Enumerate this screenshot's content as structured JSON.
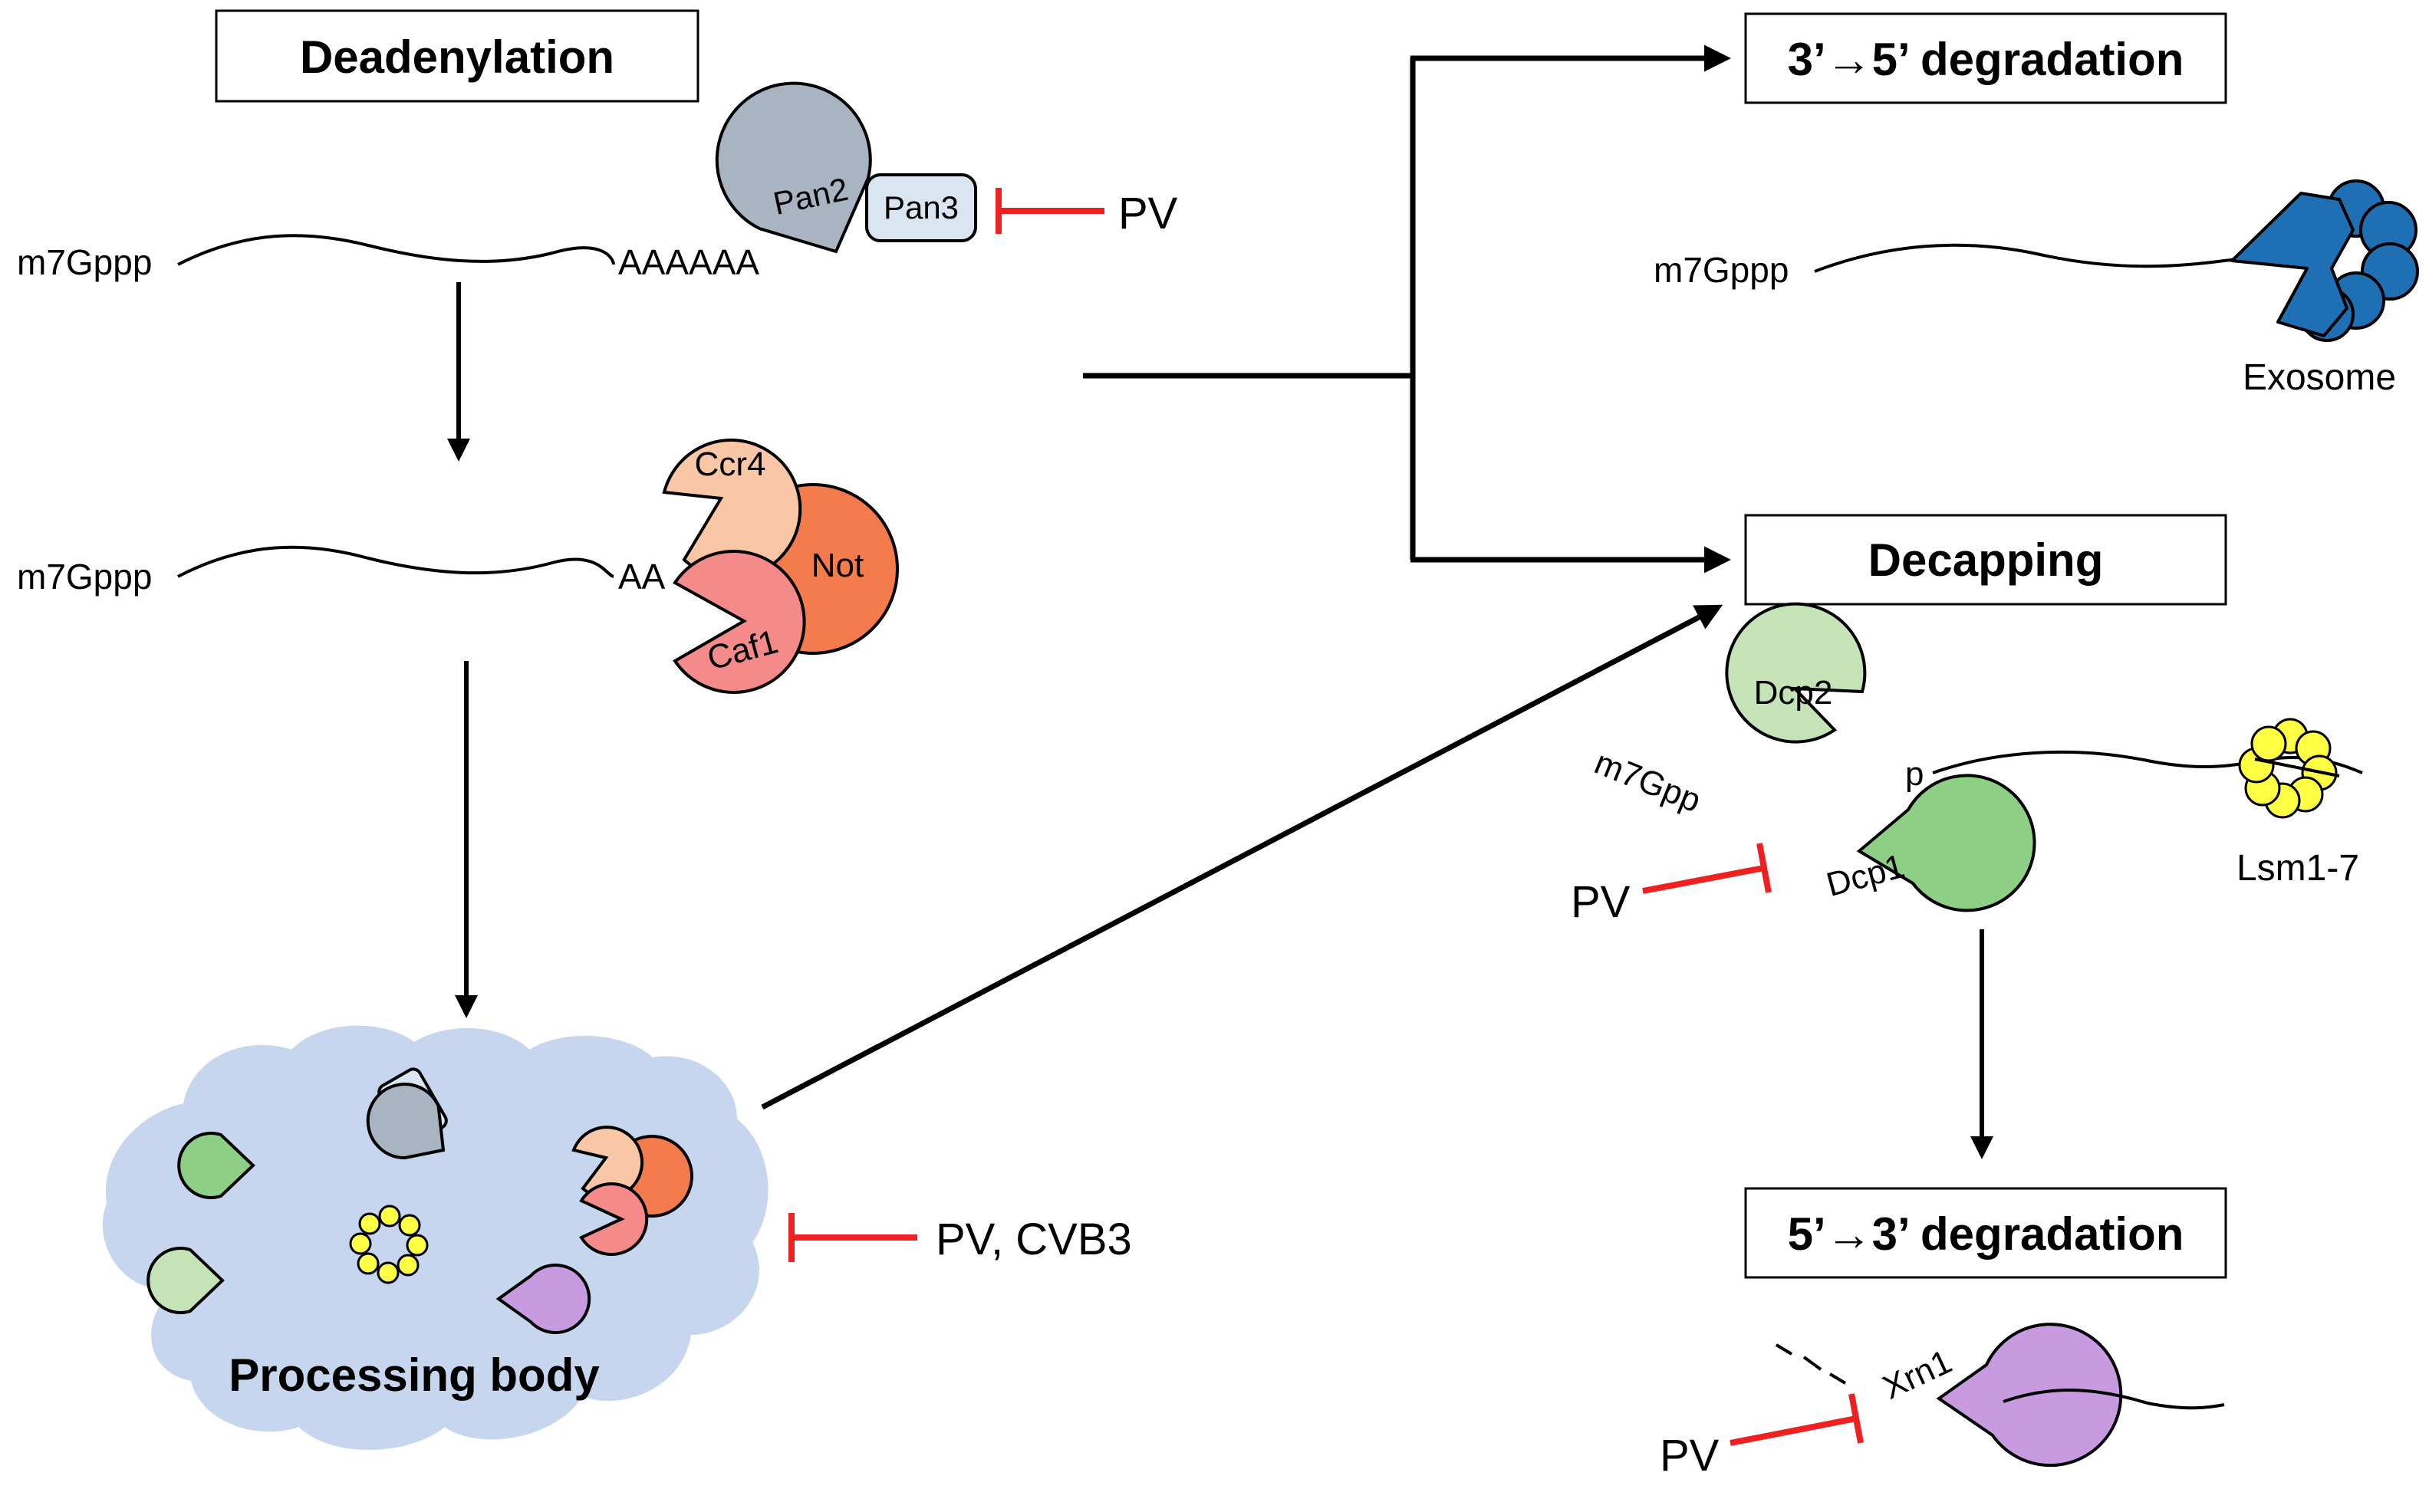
{
  "titles": {
    "deadenylation": "Deadenylation",
    "degradation_3to5": "3’→5’ degradation",
    "decapping": "Decapping",
    "degradation_5to3": "5’→3’ degradation"
  },
  "mrna": {
    "cap": "m7Gppp",
    "tail_long": "AAAAAA",
    "tail_short": "AA",
    "cap_released": "m7Gpp",
    "monophosphate": "p"
  },
  "proteins": {
    "pan2": "Pan2",
    "pan3": "Pan3",
    "ccr4": "Ccr4",
    "caf1": "Caf1",
    "not": "Not",
    "exosome": "Exosome",
    "dcp2": "Dcp2",
    "dcp1": "Dcp1",
    "lsm": "Lsm1-7",
    "xrn1": "Xrn1"
  },
  "structures": {
    "processing_body": "Processing body"
  },
  "inhibitors": {
    "pan3_inhibitor": "PV",
    "dcp1_inhibitor": "PV",
    "pbody_inhibitor": "PV, CVB3",
    "xrn1_inhibitor": "PV"
  },
  "colors": {
    "pan2": "#a8b4c2",
    "pan3": "#dae5f2",
    "ccr4": "#f9c7a5",
    "caf1": "#f48a8a",
    "not": "#f47b4c",
    "exosome": "#1f6fb5",
    "dcp2": "#c4e3b6",
    "dcp1": "#8dcf84",
    "lsm": "#ffff44",
    "xrn1": "#c89ae0",
    "pbody": "#c6d6ee",
    "inhibitor": "#ee2020"
  }
}
